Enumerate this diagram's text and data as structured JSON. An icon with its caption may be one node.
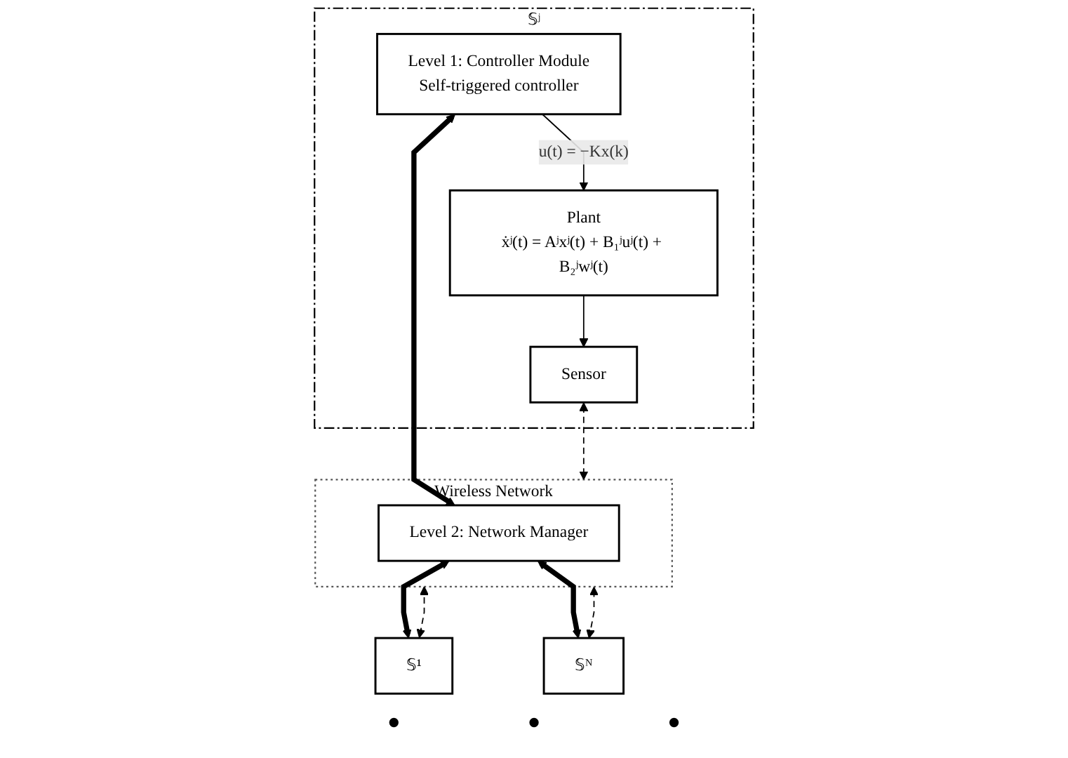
{
  "diagram": {
    "nodes": [
      {
        "text": [
          "𝕊ʲ"
        ]
      },
      {
        "text": [
          "Level 1: Controller Module",
          "Self-triggered controller"
        ],
        "in": 0
      },
      {
        "text": [
          "Plant",
          "ẋʲ(t) = Aʲxʲ(t) + B₁ʲuʲ(t) + B₂ʲwʲ(t)"
        ],
        "in": 0
      },
      {
        "text": [
          "Sensor"
        ],
        "in": 0
      },
      {
        "text": [
          "Wireless Network"
        ]
      },
      {
        "text": [
          "Level 2: Network Manager"
        ],
        "in": 4
      },
      {
        "text": [
          "𝕊¹"
        ]
      },
      {
        "text": [
          "𝕊ᴺ"
        ]
      }
    ],
    "edges": [
      {
        "from": 1,
        "to": 2,
        "arrow": "to",
        "label": "u(t) = −Kx(k)"
      },
      {
        "from": 2,
        "to": 3,
        "arrow": "to"
      },
      {
        "from": 1,
        "to": 5,
        "arrow": "both",
        "style": "thick"
      },
      {
        "from": 3,
        "to": 4,
        "arrow": "both",
        "style": "dashed"
      },
      {
        "from": 4,
        "to": 7,
        "arrow": "both",
        "style": "dashed"
      },
      {
        "from": 5,
        "to": 6,
        "arrow": "both",
        "style": "thick"
      },
      {
        "from": 5,
        "to": 7,
        "arrow": "both",
        "style": "thick"
      },
      {
        "from": 6,
        "to": 4,
        "arrow": "both",
        "style": "dashed"
      }
    ],
    "labels": [
      "•",
      "•",
      "•"
    ]
  }
}
